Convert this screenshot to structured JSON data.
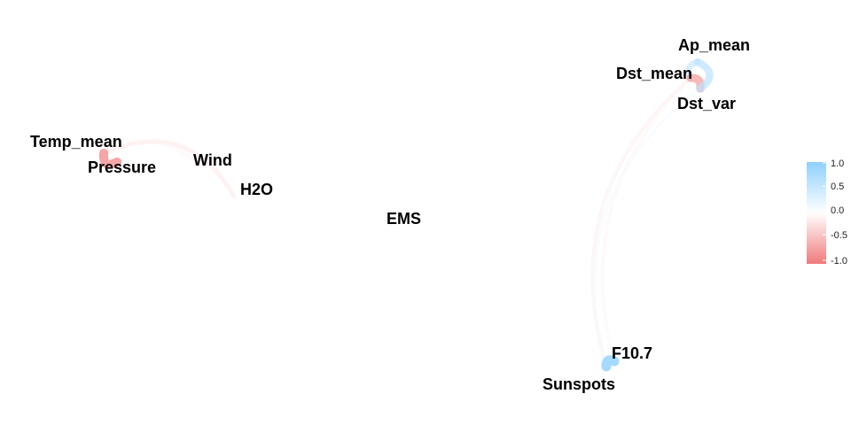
{
  "nodes": [
    {
      "id": "temp_mean",
      "label": "Temp_mean"
    },
    {
      "id": "pressure",
      "label": "Pressure"
    },
    {
      "id": "wind",
      "label": "Wind"
    },
    {
      "id": "h2o",
      "label": "H2O"
    },
    {
      "id": "ems",
      "label": "EMS"
    },
    {
      "id": "ap_mean",
      "label": "Ap_mean"
    },
    {
      "id": "dst_mean",
      "label": "Dst_mean"
    },
    {
      "id": "dst_var",
      "label": "Dst_var"
    },
    {
      "id": "f107",
      "label": "F10.7"
    },
    {
      "id": "sunspots",
      "label": "Sunspots"
    }
  ],
  "edges": [
    {
      "from": "temp_mean",
      "to": "h2o",
      "correlation": -0.2
    },
    {
      "from": "temp_mean",
      "to": "wind",
      "correlation": -0.1
    },
    {
      "from": "temp_mean",
      "to": "pressure",
      "correlation": -0.8
    },
    {
      "from": "dst_mean",
      "to": "sunspots",
      "correlation": -0.15
    },
    {
      "from": "dst_mean",
      "to": "f107",
      "correlation": -0.1
    },
    {
      "from": "dst_var",
      "to": "sunspots",
      "correlation": 0.1
    },
    {
      "from": "ap_mean",
      "to": "f107",
      "correlation": 0.05
    },
    {
      "from": "ap_mean",
      "to": "dst_mean",
      "correlation": 0.5
    },
    {
      "from": "dst_mean",
      "to": "dst_var",
      "correlation": -0.7
    },
    {
      "from": "ap_mean",
      "to": "dst_var",
      "correlation": 0.6
    },
    {
      "from": "f107",
      "to": "sunspots",
      "correlation": 0.9
    }
  ],
  "legend": {
    "ticks": [
      "1.0",
      "0.5",
      "0.0",
      "-0.5",
      "-1.0"
    ],
    "colors": {
      "positive": "#8fd0ff",
      "neutral": "#ffffff",
      "negative": "#f07a7a"
    }
  }
}
